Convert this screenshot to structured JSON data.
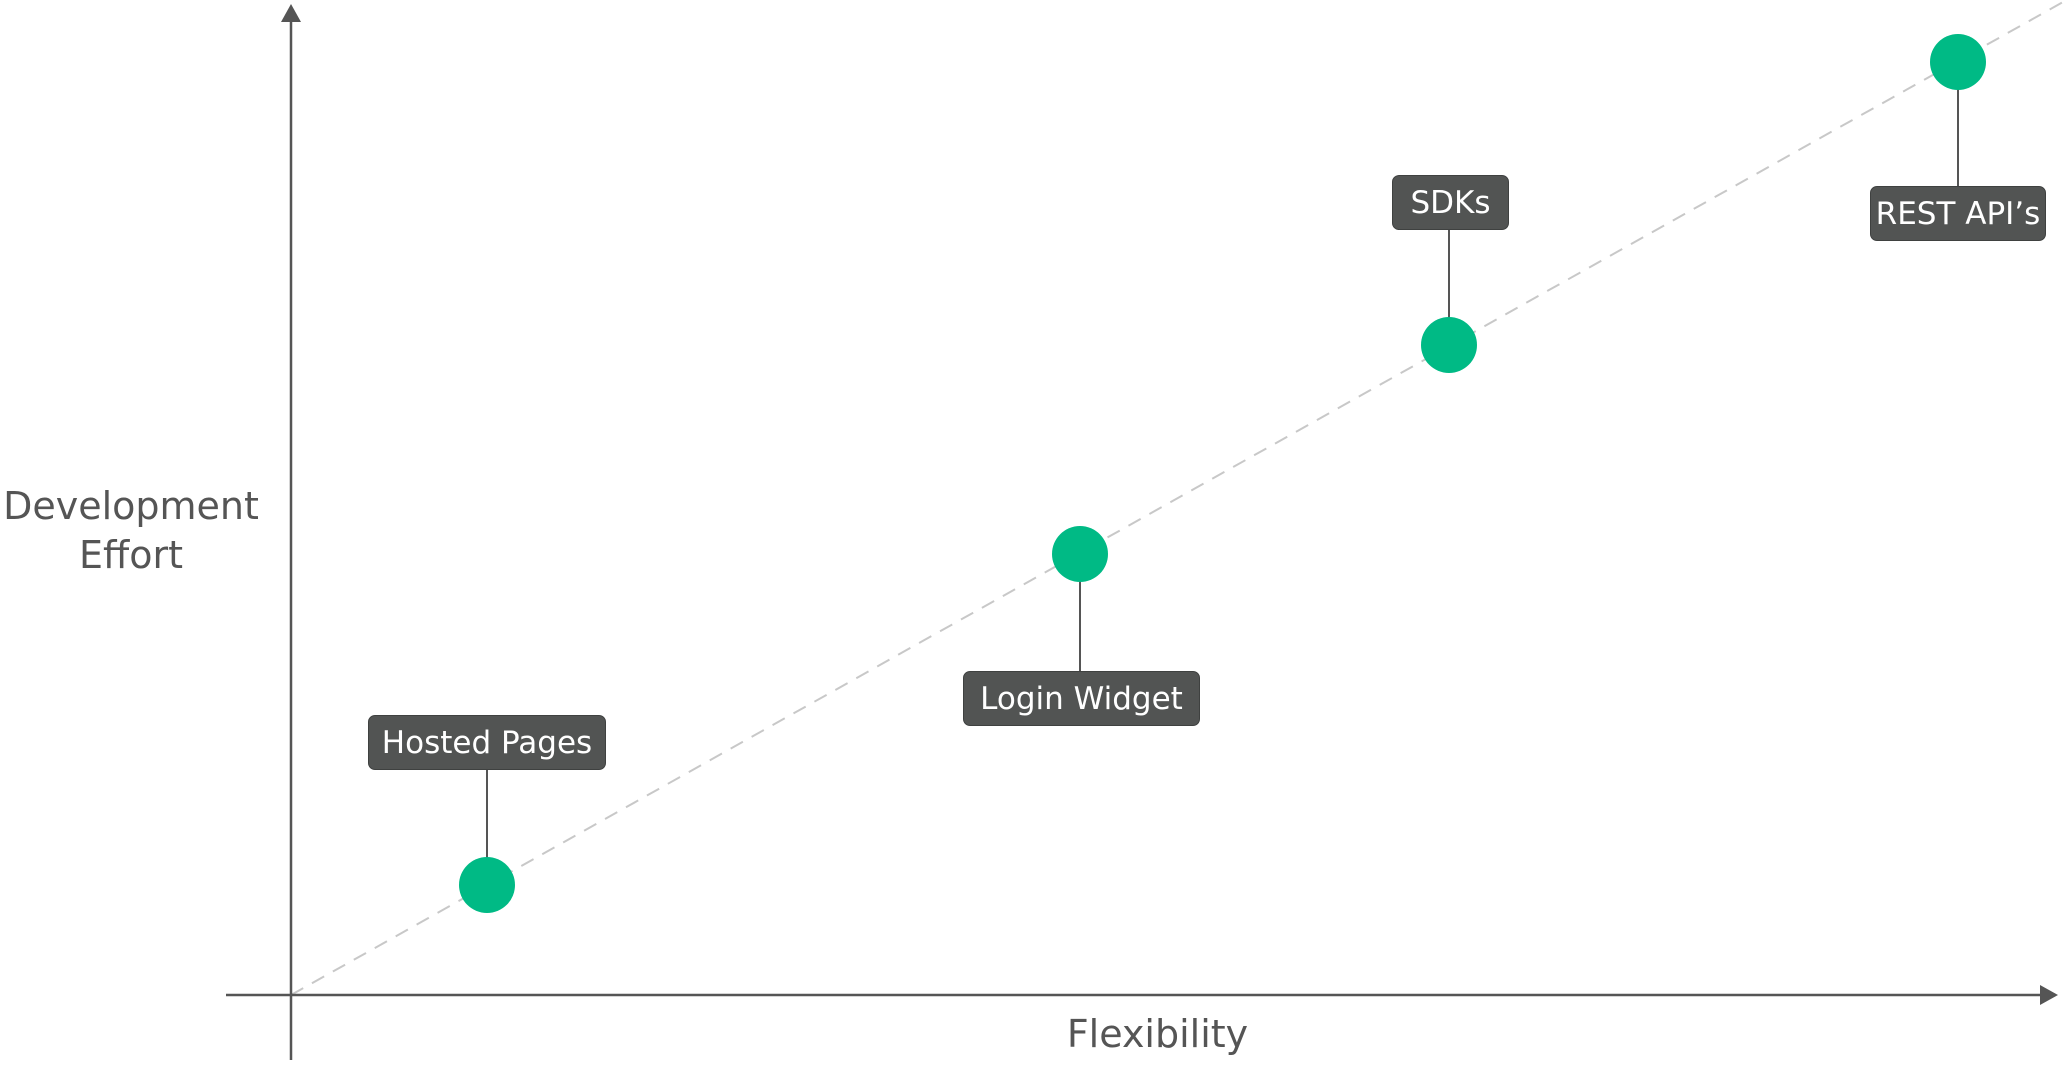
{
  "chart_data": {
    "type": "scatter",
    "title": "",
    "xlabel": "Flexibility",
    "ylabel": "Development Effort",
    "ylabel_lines": [
      "Development",
      "Effort"
    ],
    "grid": false,
    "legend": null,
    "trend_line": {
      "style": "dashed",
      "color": "#c8c8c8",
      "from": [
        0,
        0
      ],
      "to": [
        1.0,
        1.0
      ]
    },
    "points": [
      {
        "label": "Hosted Pages",
        "x": 0.11,
        "y": 0.11,
        "label_position": "above"
      },
      {
        "label": "Login Widget",
        "x": 0.44,
        "y": 0.44,
        "label_position": "below"
      },
      {
        "label": "SDKs",
        "x": 0.65,
        "y": 0.65,
        "label_position": "above"
      },
      {
        "label": "REST API’s",
        "x": 0.94,
        "y": 0.94,
        "label_position": "below"
      }
    ],
    "xlim": [
      0,
      1
    ],
    "ylim": [
      0,
      1
    ]
  },
  "colors": {
    "point": "#00BA85",
    "axis": "#555555",
    "label_bg": "#525453",
    "label_text": "#ffffff",
    "trend": "#c8c8c8"
  },
  "axes": {
    "x_label": "Flexibility",
    "y_label_line1": "Development",
    "y_label_line2": "Effort"
  },
  "tags": {
    "hosted_pages": "Hosted Pages",
    "login_widget": "Login Widget",
    "sdks": "SDKs",
    "rest_apis": "REST API’s"
  }
}
